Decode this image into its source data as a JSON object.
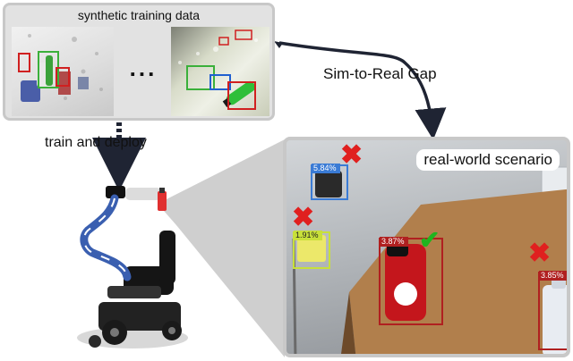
{
  "synthetic": {
    "title": "synthetic training data",
    "ellipsis": "..."
  },
  "train_label": "train and deploy",
  "gap_label": "Sim-to-Real Gap",
  "real": {
    "title": "real-world scenario",
    "detections": [
      {
        "label": "5.84%",
        "correct": false
      },
      {
        "label": "1.91%",
        "correct": false
      },
      {
        "label": "3.87%",
        "correct": true
      },
      {
        "label": "3.85%",
        "correct": false
      }
    ]
  },
  "colors": {
    "detection_blue": "#3a7bd5",
    "detection_yellow": "#c8e03a",
    "detection_red": "#b02020",
    "wrong_mark": "#e0201f",
    "correct_mark": "#1fb51f",
    "panel_border": "#c8c8c8"
  }
}
